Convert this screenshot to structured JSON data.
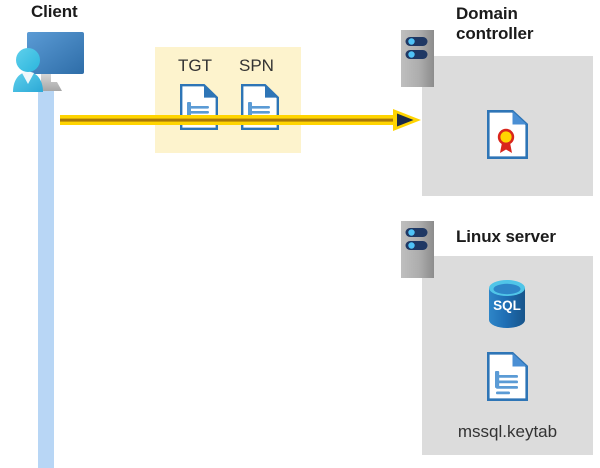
{
  "diagram": {
    "title_client": "Client",
    "title_domain_controller": "Domain\ncontroller",
    "title_linux_server": "Linux server",
    "colors": {
      "message_box": "#FDF3CD",
      "panel_gray": "#DCDCDC",
      "arrow_yellow": "#FFD400",
      "arrow_yellow_dark": "#B8860B",
      "arrow_head": "#1B2A4A",
      "lifeline_blue": "#B8D6F5",
      "doc_blue": "#4A8FD4",
      "doc_border": "#2E75B6",
      "sql_blue": "#1F6FB5",
      "sql_top": "#50C5E8",
      "server_body": "#A6A6A6",
      "server_slot": "#1F3864",
      "server_led": "#4FC3F7",
      "cert_ribbon_red": "#D9261C",
      "cert_seal_yellow": "#FFD400",
      "text_dark": "#1B1B1B",
      "text_body": "#333333"
    }
  },
  "client": {
    "label": "Client",
    "icon": "user-workstation-icon",
    "lifeline": "client-lifeline"
  },
  "message": {
    "box_name": "kerberos-token-box",
    "tokens": [
      {
        "label": "TGT",
        "icon": "document-icon"
      },
      {
        "label": "SPN",
        "icon": "document-icon"
      }
    ],
    "arrow": {
      "name": "request-arrow",
      "direction": "right",
      "from": "Client",
      "to": "Domain controller"
    }
  },
  "domain_controller": {
    "label": "Domain\ncontroller",
    "server_icon": "server-rack-icon",
    "contents": [
      {
        "name": "certificate-icon",
        "label": ""
      }
    ]
  },
  "linux_server": {
    "label": "Linux server",
    "server_icon": "server-rack-icon",
    "contents": [
      {
        "name": "sql-database-icon",
        "label": "SQL"
      },
      {
        "name": "keytab-file-icon",
        "label": "mssql.keytab"
      }
    ],
    "sql_label": "SQL",
    "keytab_label": "mssql.keytab"
  }
}
